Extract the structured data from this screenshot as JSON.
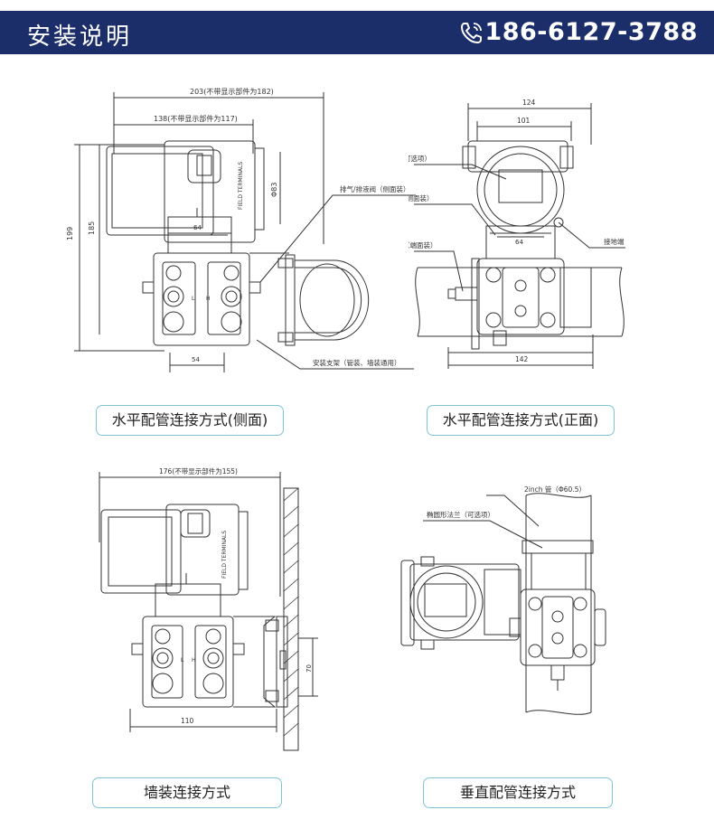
{
  "header": {
    "title": "安装说明",
    "phone": "186-6127-3788",
    "phone_icon": "phone-icon",
    "background_color": "#1b2e6a"
  },
  "diagrams": {
    "side": {
      "dim_203": "203(不带显示部件为182)",
      "dim_138": "138(不带显示部件为117)",
      "dim_199": "199",
      "dim_185": "185",
      "dim_83": "Φ83",
      "dim_64": "64",
      "dim_54": "54",
      "label_vent_side": "排气/排液阀（侧面装）",
      "label_bracket": "安装支架（管装、墙装通用）",
      "brand": "FIELD TERMINALS",
      "port_l": "L",
      "port_h": "H"
    },
    "front": {
      "dim_124": "124",
      "dim_101": "101",
      "dim_64": "64",
      "dim_142": "142",
      "label_lcd": "液晶显示器（可选项）",
      "label_vent_side": "排气/排液阀（侧面装）",
      "label_vent_end": "排气/排液阀（端面装）",
      "label_ground": "接地端"
    },
    "wall": {
      "dim_176": "176(不带显示部件为155)",
      "dim_70": "70",
      "dim_110": "110",
      "brand": "FIELD TERMINALS",
      "port_l": "L",
      "port_h": "H"
    },
    "vertical": {
      "label_pipe": "2inch 管（Φ60.5）",
      "label_flange": "椭圆形法兰（可选项）"
    }
  },
  "captions": {
    "horizontal_side": "水平配管连接方式(侧面)",
    "horizontal_front": "水平配管连接方式(正面)",
    "wall": "墙装连接方式",
    "vertical": "垂直配管连接方式"
  }
}
